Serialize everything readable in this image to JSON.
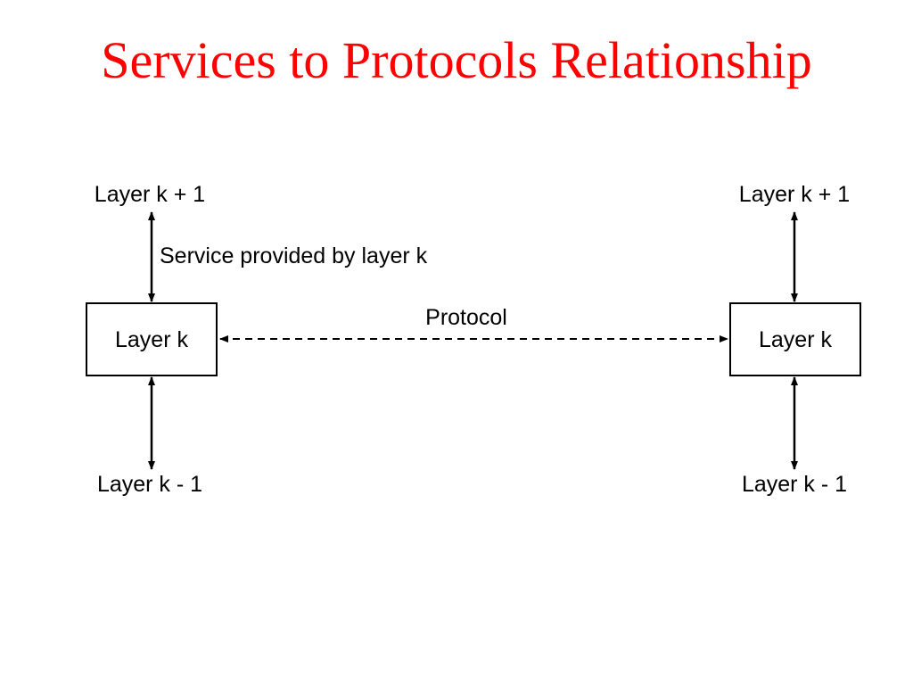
{
  "slide": {
    "title": "Services to Protocols Relationship"
  },
  "diagram": {
    "left": {
      "upper_label": "Layer k + 1",
      "box_label": "Layer k",
      "lower_label": "Layer k - 1",
      "service_label": "Service provided by layer k"
    },
    "right": {
      "upper_label": "Layer k + 1",
      "box_label": "Layer k",
      "lower_label": "Layer k - 1"
    },
    "protocol_label": "Protocol"
  },
  "colors": {
    "title": "#ff0000",
    "line": "#000000",
    "background": "#ffffff"
  }
}
